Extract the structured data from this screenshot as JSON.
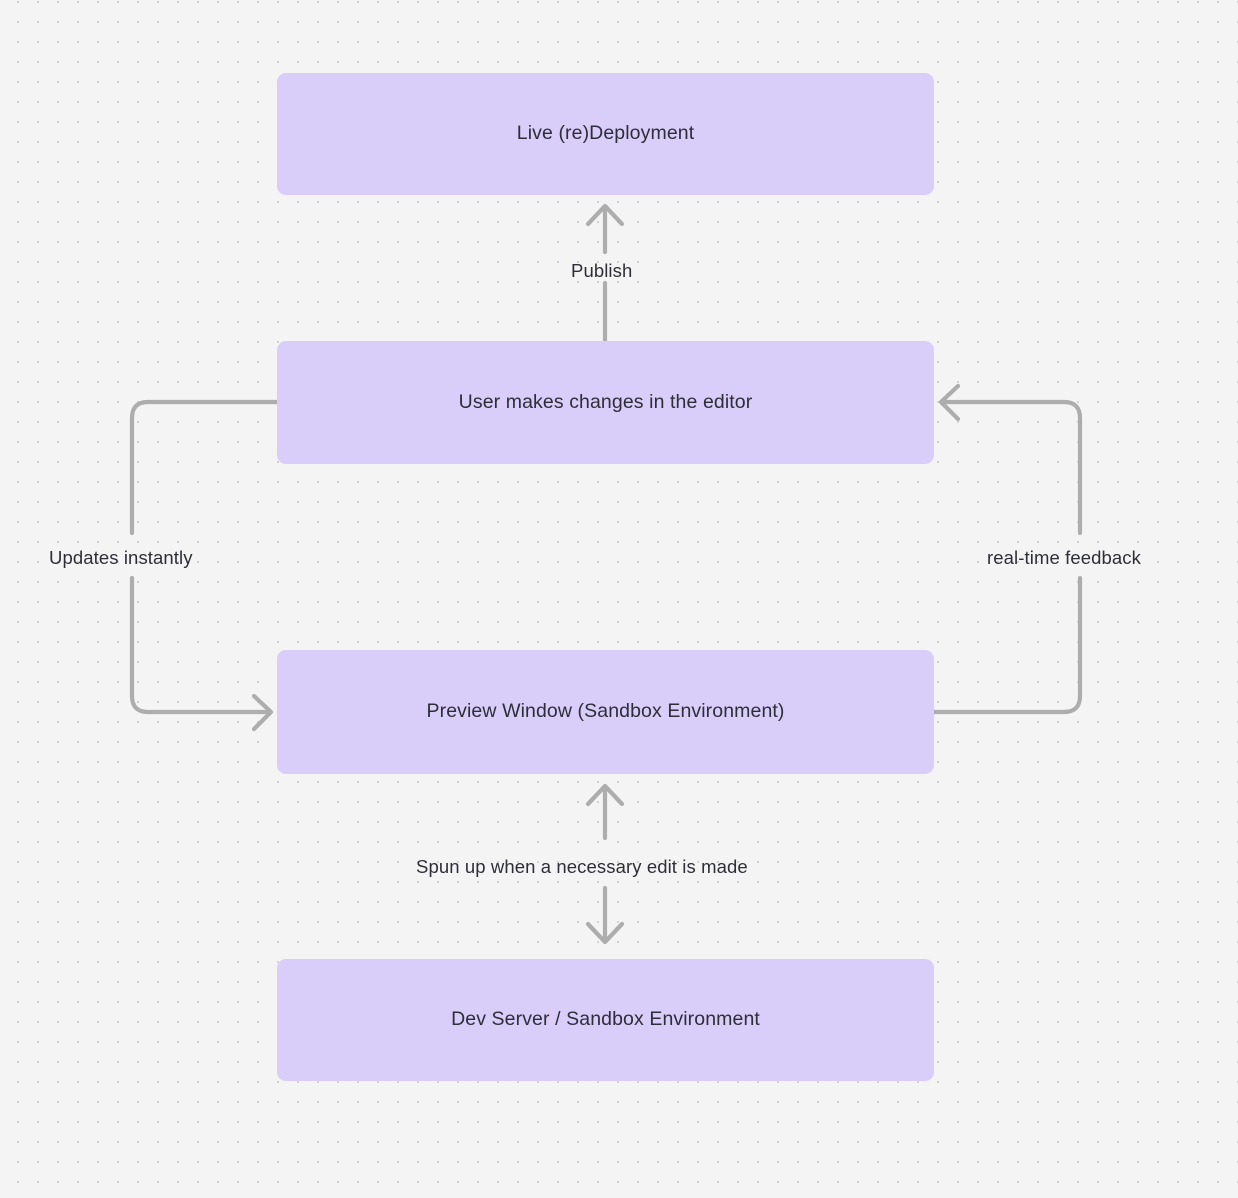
{
  "canvas": {
    "background_color": "#f4f4f5",
    "grid_dot_color": "#d2d2d4",
    "node_fill_color": "#d9cdfa",
    "edge_color": "#adadad",
    "text_color": "#2e2e38"
  },
  "diagram": {
    "type": "flowchart",
    "nodes": [
      {
        "id": "live",
        "label": "Live (re)Deployment"
      },
      {
        "id": "editor",
        "label": "User makes changes in the editor"
      },
      {
        "id": "preview",
        "label": "Preview Window (Sandbox Environment)"
      },
      {
        "id": "devserver",
        "label": "Dev Server / Sandbox Environment"
      }
    ],
    "edges": [
      {
        "id": "publish",
        "from": "editor",
        "to": "live",
        "label": "Publish",
        "direction": "up"
      },
      {
        "id": "updates",
        "from": "editor",
        "to": "preview",
        "label": "Updates instantly",
        "direction": "left-loop"
      },
      {
        "id": "realtime",
        "from": "preview",
        "to": "editor",
        "label": "real-time feedback",
        "direction": "right-loop"
      },
      {
        "id": "spunup",
        "from": "preview",
        "to": "devserver",
        "label": "Spun up when a necessary edit is made",
        "direction": "bidirectional"
      }
    ]
  }
}
